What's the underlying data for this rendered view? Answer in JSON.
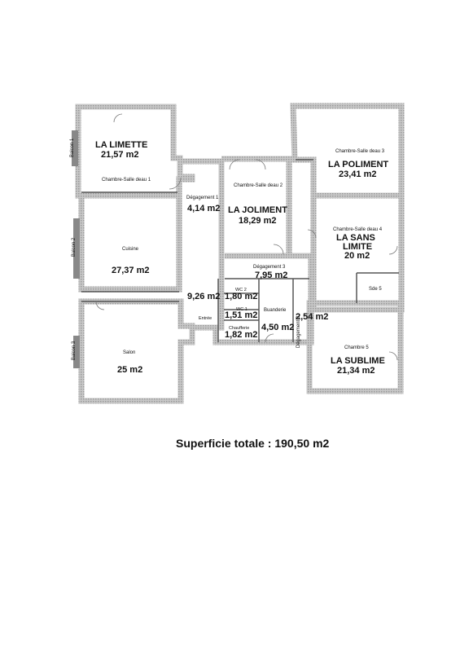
{
  "plan": {
    "total_surface": "Superficie totale : 190,50 m2",
    "rooms": {
      "limette": {
        "name": "LA LIMETTE",
        "area": "21,57 m2",
        "label": "Chambre-Salle deau 1"
      },
      "balcon1": {
        "label": "Balcon 1"
      },
      "degagement1": {
        "label": "Dégagement 1",
        "area": "4,14 m2"
      },
      "joliment": {
        "name": "LA JOLIMENT",
        "area": "18,29 m2",
        "label": "Chambre-Salle deau 2"
      },
      "poliment": {
        "name": "LA POLIMENT",
        "area": "23,41 m2",
        "label": "Chambre-Salle deau 3"
      },
      "balcon2": {
        "label": "Balcon 2"
      },
      "cuisine": {
        "label": "Cuisine",
        "area": "27,37 m2"
      },
      "sanslimite": {
        "name": "LA SANS",
        "name2": "LIMITE",
        "area": "20 m2",
        "label": "Chambre-Salle deau 4"
      },
      "degagement3": {
        "label": "Dégagement 3",
        "area": "7,95 m2"
      },
      "sde5": {
        "label": "Sde 5"
      },
      "entree": {
        "label": "Entrée",
        "area": "9,26 m2"
      },
      "wc2": {
        "label": "WC 2",
        "area": "1,80 m2"
      },
      "wc1": {
        "label": "WC 1",
        "area": "1,51 m2"
      },
      "buanderie": {
        "label": "Buanderie",
        "area": "4,50 m2"
      },
      "degagement2": {
        "label": "Dégagement 2",
        "area": "2,54 m2"
      },
      "chaufferie": {
        "label": "Chaufferie",
        "area": "1,82 m2"
      },
      "balcon3": {
        "label": "Balcon 3"
      },
      "salon": {
        "label": "Salon",
        "area": "25 m2"
      },
      "sublime": {
        "name": "LA SUBLIME",
        "area": "21,34 m2",
        "label": "Chambre 5"
      }
    }
  }
}
